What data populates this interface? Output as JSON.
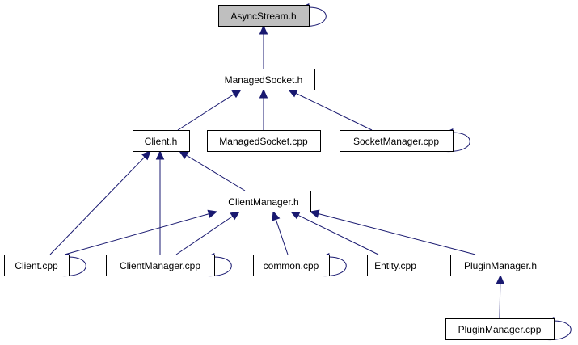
{
  "colors": {
    "edge": "#191970",
    "highlight_fill": "#bfbfbf",
    "node_fill": "#ffffff",
    "node_border": "#000000"
  },
  "nodes": [
    {
      "id": "asyncstream-h",
      "label": "AsyncStream.h",
      "highlighted": true,
      "self_loop": true
    },
    {
      "id": "managedsocket-h",
      "label": "ManagedSocket.h",
      "highlighted": false,
      "self_loop": false
    },
    {
      "id": "client-h",
      "label": "Client.h",
      "highlighted": false,
      "self_loop": false
    },
    {
      "id": "managedsocket-cpp",
      "label": "ManagedSocket.cpp",
      "highlighted": false,
      "self_loop": false
    },
    {
      "id": "socketmanager-cpp",
      "label": "SocketManager.cpp",
      "highlighted": false,
      "self_loop": true
    },
    {
      "id": "clientmanager-h",
      "label": "ClientManager.h",
      "highlighted": false,
      "self_loop": false
    },
    {
      "id": "client-cpp",
      "label": "Client.cpp",
      "highlighted": false,
      "self_loop": true
    },
    {
      "id": "clientmanager-cpp",
      "label": "ClientManager.cpp",
      "highlighted": false,
      "self_loop": true
    },
    {
      "id": "common-cpp",
      "label": "common.cpp",
      "highlighted": false,
      "self_loop": true
    },
    {
      "id": "entity-cpp",
      "label": "Entity.cpp",
      "highlighted": false,
      "self_loop": false
    },
    {
      "id": "pluginmanager-h",
      "label": "PluginManager.h",
      "highlighted": false,
      "self_loop": false
    },
    {
      "id": "pluginmanager-cpp",
      "label": "PluginManager.cpp",
      "highlighted": false,
      "self_loop": true
    }
  ],
  "edges": [
    {
      "from": "managedsocket-h",
      "to": "asyncstream-h"
    },
    {
      "from": "client-h",
      "to": "managedsocket-h"
    },
    {
      "from": "managedsocket-cpp",
      "to": "managedsocket-h"
    },
    {
      "from": "socketmanager-cpp",
      "to": "managedsocket-h"
    },
    {
      "from": "client-cpp",
      "to": "client-h"
    },
    {
      "from": "clientmanager-cpp",
      "to": "client-h"
    },
    {
      "from": "clientmanager-h",
      "to": "client-h"
    },
    {
      "from": "client-cpp",
      "to": "clientmanager-h"
    },
    {
      "from": "clientmanager-cpp",
      "to": "clientmanager-h"
    },
    {
      "from": "common-cpp",
      "to": "clientmanager-h"
    },
    {
      "from": "entity-cpp",
      "to": "clientmanager-h"
    },
    {
      "from": "pluginmanager-h",
      "to": "clientmanager-h"
    },
    {
      "from": "pluginmanager-cpp",
      "to": "pluginmanager-h"
    }
  ]
}
